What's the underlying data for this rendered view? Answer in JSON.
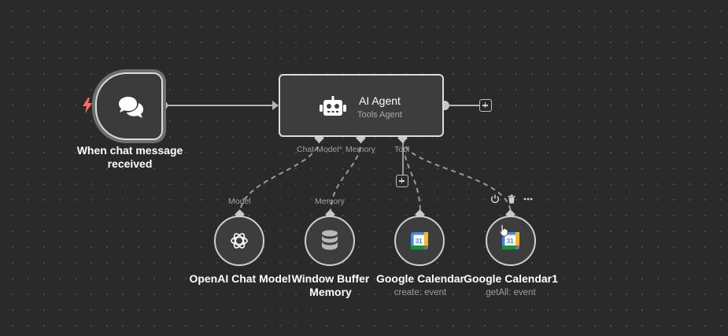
{
  "trigger": {
    "label_line1": "When chat message",
    "label_line2": "received"
  },
  "agent": {
    "title": "AI Agent",
    "subtitle": "Tools Agent",
    "ports": {
      "chat_model": "Chat Model",
      "required_mark": "*",
      "memory": "Memory",
      "tool": "Tool"
    }
  },
  "sub_nodes": [
    {
      "name": "OpenAI Chat Model",
      "port": "Model",
      "icon": "openai-icon"
    },
    {
      "name_line1": "Window Buffer",
      "name_line2": "Memory",
      "port": "Memory",
      "icon": "database-icon"
    },
    {
      "name": "Google Calendar",
      "subtitle": "create: event",
      "icon": "google-calendar-icon"
    },
    {
      "name": "Google Calendar1",
      "subtitle": "getAll: event",
      "icon": "google-calendar-icon"
    }
  ],
  "calendar_day": "31",
  "colors": {
    "canvas": "#2a2a2a",
    "node_fill": "#3d3d3d",
    "node_border": "#dcdcdc",
    "connector": "#9a9a9a",
    "trigger_bolt": "#ff6d5a",
    "text": "#ffffff",
    "subtext": "#a0a0a0"
  }
}
